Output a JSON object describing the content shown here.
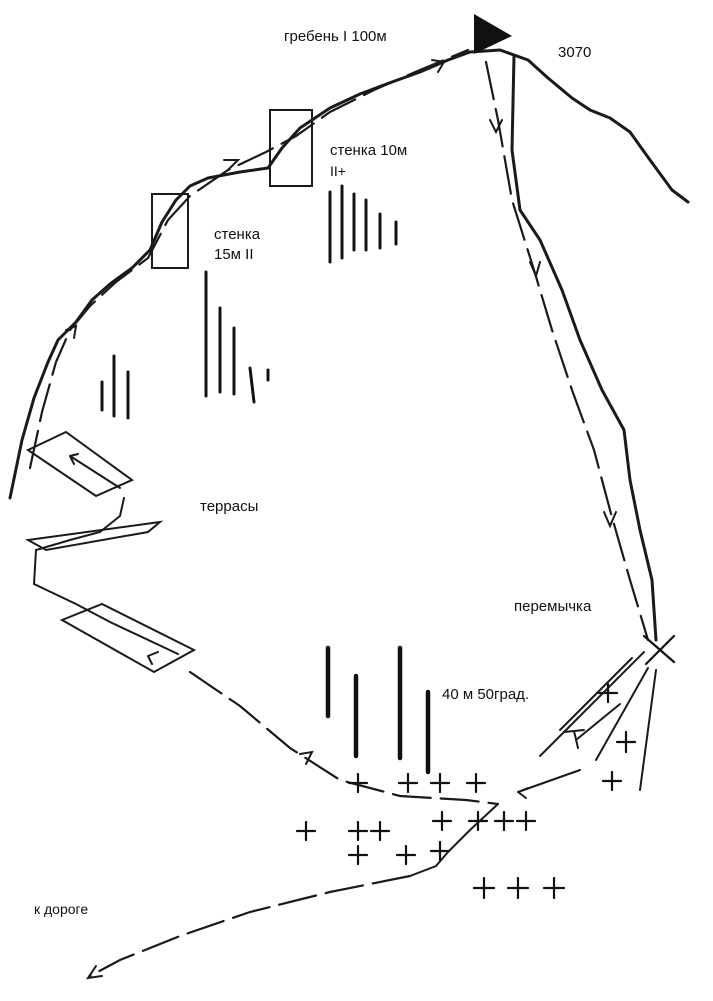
{
  "labels": {
    "ridge": "гребень I 100м",
    "summit_height": "3070",
    "wall_10m": "стенка 10м",
    "wall_10m_grade": "II+",
    "wall_15m_line1": "стенка",
    "wall_15m_line2": "15м II",
    "terraces": "террасы",
    "saddle": "перемычка",
    "slope": "40 м 50град.",
    "to_road": "к дороге"
  },
  "icons": {
    "summit": "summit-flag-icon",
    "saddle": "saddle-x-icon",
    "arrow": "route-arrow-icon",
    "rock": "rock-hatch-icon",
    "scree": "scree-cross-icon"
  },
  "colors": {
    "ink": "#1a1a1a",
    "background": "#ffffff"
  }
}
